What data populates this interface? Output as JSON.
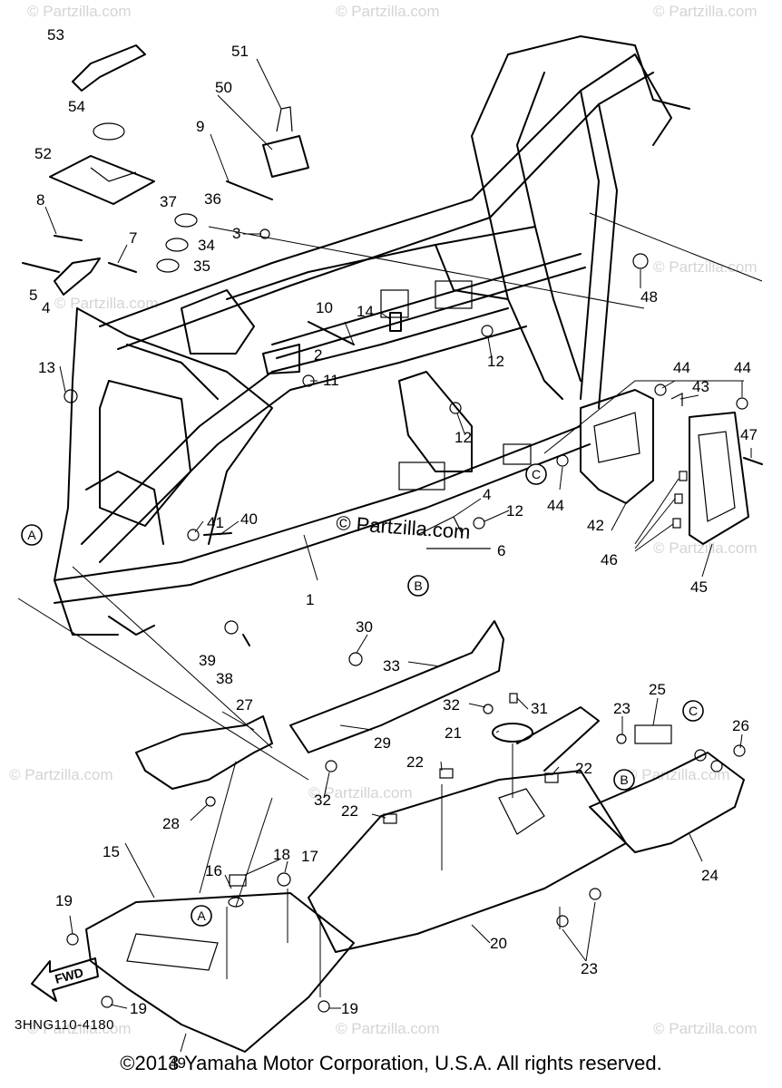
{
  "watermark": "© Partzilla.com",
  "diagram_code": "3HNG110-4180",
  "copyright": "©2013 Yamaha Motor Corporation, U.S.A. All rights reserved.",
  "direction_label": "FWD",
  "ref_circles": {
    "A1": "A",
    "A2": "A",
    "B1": "B",
    "B2": "B",
    "C1": "C",
    "C2": "C"
  },
  "callouts": {
    "n53": "53",
    "n54": "54",
    "n52": "52",
    "n51": "51",
    "n50": "50",
    "n9": "9",
    "n37": "37",
    "n36": "36",
    "n8": "8",
    "n3": "3",
    "n34": "34",
    "n35": "35",
    "n7": "7",
    "n5": "5",
    "n4a": "4",
    "n13": "13",
    "n10": "10",
    "n14": "14",
    "n2": "2",
    "n11": "11",
    "n12a": "12",
    "n12b": "12",
    "n12c": "12",
    "n48": "48",
    "n44a": "44",
    "n43": "43",
    "n44b": "44",
    "n47": "47",
    "n44c": "44",
    "n42": "42",
    "n46": "46",
    "n45": "45",
    "n4b": "4",
    "n6": "6",
    "n41": "41",
    "n40": "40",
    "n1": "1",
    "n39": "39",
    "n38": "38",
    "n30": "30",
    "n33": "33",
    "n27": "27",
    "n32a": "32",
    "n31": "31",
    "n29": "29",
    "n23a": "23",
    "n25": "25",
    "n26": "26",
    "n21": "21",
    "n22a": "22",
    "n22b": "22",
    "n22c": "22",
    "n28": "28",
    "n32b": "32",
    "n15": "15",
    "n16": "16",
    "n18": "18",
    "n17": "17",
    "n19a": "19",
    "n19b": "19",
    "n19c": "19",
    "n20": "20",
    "n24": "24",
    "n23b": "23",
    "n49": "49"
  }
}
